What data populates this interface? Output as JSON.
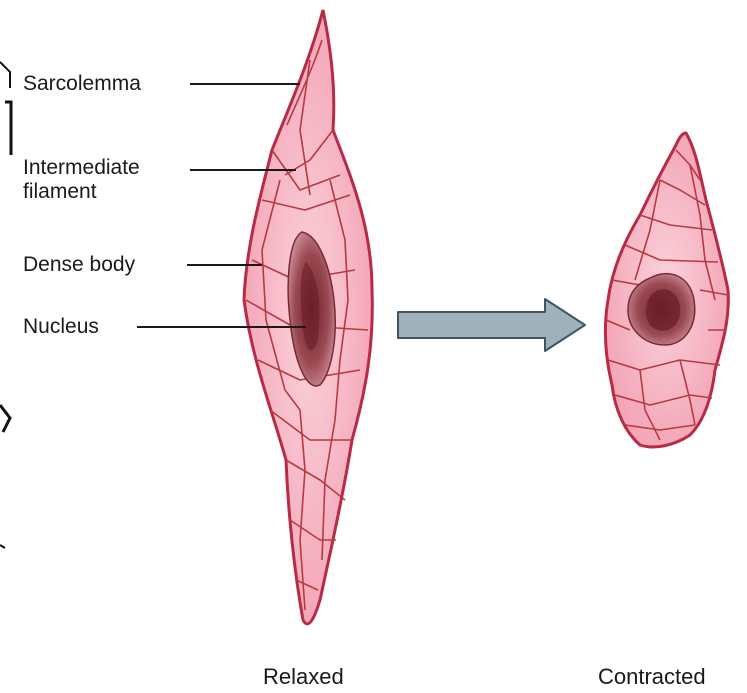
{
  "diagram": {
    "labels": {
      "sarcolemma": "Sarcolemma",
      "intermediate_filament": "Intermediate\nfilament",
      "dense_body": "Dense body",
      "nucleus": "Nucleus"
    },
    "captions": {
      "relaxed": "Relaxed",
      "contracted": "Contracted"
    },
    "colors": {
      "cell_fill": "#f4aebd",
      "cell_outline": "#b82a45",
      "filament": "#b83a40",
      "nucleus_outer": "#c98090",
      "nucleus_inner": "#8a3a42",
      "arrow_fill": "#9fb1ba",
      "arrow_stroke": "#3f5560",
      "leader_line": "#1a1a1a"
    },
    "icons": {
      "relaxed_cell": "smooth-muscle-cell-relaxed-illustration",
      "contracted_cell": "smooth-muscle-cell-contracted-illustration",
      "arrow": "right-arrow-icon"
    }
  }
}
